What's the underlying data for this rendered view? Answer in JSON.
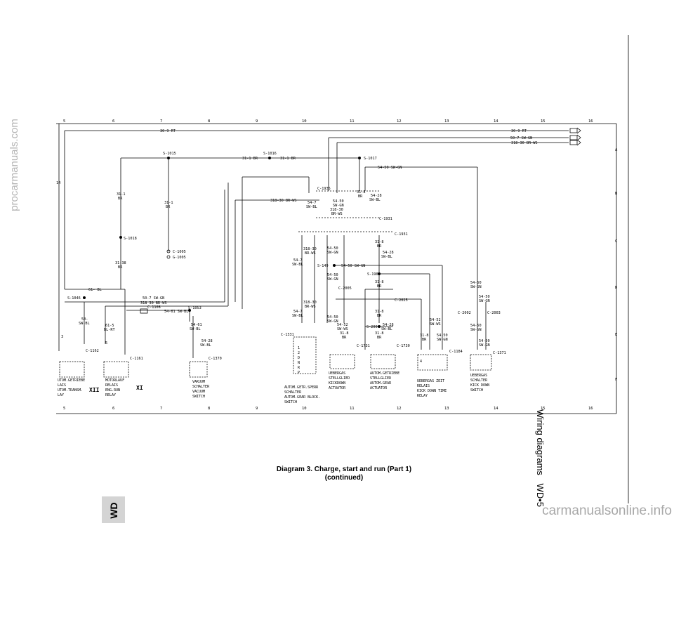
{
  "page": {
    "caption_line1": "Diagram 3. Charge, start and run (Part 1)",
    "caption_line2": "(continued)",
    "side_title": "Wiring diagrams",
    "side_section": "WD•5",
    "tab_label": "WD",
    "watermark_left": "procarmanuals.com",
    "watermark_bottom": "carmanualsonline.info"
  },
  "diagram": {
    "column_numbers_top": [
      "5",
      "6",
      "7",
      "8",
      "9",
      "10",
      "11",
      "12",
      "13",
      "14",
      "15",
      "16"
    ],
    "column_numbers_bottom": [
      "5",
      "6",
      "7",
      "8",
      "9",
      "10",
      "11",
      "12",
      "13",
      "14",
      "15",
      "16"
    ],
    "row_letters": [
      "A",
      "B",
      "C",
      "D",
      "E",
      "F"
    ],
    "wires": {
      "w30_9rt_left": "30-9 RT",
      "w30_9rt_right": "30-9 RT",
      "w50_7": "50-7 SW-GN",
      "w318_30_right": "318-30 BR-WS",
      "w31_1_mid": "31-1 BR",
      "w31_1_mid2": "31-1 BR",
      "w54_50_top": "54-50 SW-GN",
      "w318_30_mid": "318-30 BR-WS",
      "w61_bl": "61- BL",
      "w50_7_lower": "50-7 SW-GN",
      "w318_30_lower": "318 30 BR-WS",
      "w54_61": "54-61 SW-BL",
      "w54_50_c": "54-50 SW-GN"
    },
    "connectors": {
      "c14": "14",
      "s1015": "S-1015",
      "s1016": "S-1016",
      "s1017": "S-1017",
      "c1935": "C-1935",
      "c1931a": "C-1931",
      "c1931b": "C-1931",
      "s1018": "S-1018",
      "c1005": "C-1005",
      "g1005": "G-1005",
      "s1046": "S-1046",
      "c1108": "C-1108",
      "s1053": "S-1053",
      "c1162": "C-1162",
      "c1161": "C-1161",
      "c1370": "C-1370",
      "s149": "S-149",
      "s190": "S-190",
      "c2005": "C-2005",
      "c2025": "C-2025",
      "c1331": "C-1331",
      "s200": "S-200",
      "c1731": "C-1731",
      "c1730": "C-1730",
      "c2002": "C-2002",
      "c2003": "C-2003",
      "c1184": "C-1184",
      "c1371": "C-1371"
    },
    "wire_labels": {
      "l31_1a": "31-1",
      "l31_1a_c": "BR",
      "l31_1b": "31-1",
      "l31_1b_c": "BR",
      "l31_38": "31-38",
      "l31_38_c": "BR",
      "l54_7a": "54-7",
      "l54_7a_c": "SW-BL",
      "l54_50a": "54-50",
      "l54_50a_c": "SW-GN",
      "l318_30a": "318-30",
      "l318_30a_c": "BR-WS",
      "l31_8a": "31-8",
      "l31_8a_c": "BR",
      "l54_28a": "54-28",
      "l54_28a_c": "SW-BL",
      "l318_30b": "318-30",
      "l318_30b_c": "BR-WS",
      "l54_50b": "54-50",
      "l54_50b_c": "SW-GN",
      "l31_8b": "31-8",
      "l31_8b_c": "BR",
      "l54_7b": "54-7",
      "l54_7b_c": "SW-BL",
      "l54_28b": "54-28",
      "l54_28b_c": "SW-BL",
      "l54_50c": "54-50",
      "l54_50c_c": "SW-GN",
      "l31_8c": "31-8",
      "l31_8c_c": "BR",
      "l318_30c": "318-30",
      "l318_30c_c": "BR-WS",
      "l54_7c": "54-7",
      "l54_7c_c": "SW-BL",
      "l31_8d": "31-8",
      "l31_8d_c": "BR",
      "l54_50d": "54-50",
      "l54_50d_c": "SW-GN",
      "l54_52a": "54-52",
      "l54_52a_c": "SW-WS",
      "l31_8e": "31-8",
      "l31_8e_c": "BR",
      "l54_28c": "54-28",
      "l54_28c_c": "SW-BL",
      "l31_8f": "31-8",
      "l31_8f_c": "BR",
      "l54_52b": "54-52",
      "l54_52b_c": "SW-WS",
      "l31_8g": "31-8",
      "l31_8g_c": "BR",
      "l54_50e": "54-50",
      "l54_50e_c": "SW-GN",
      "l54_50f": "54-50",
      "l54_50f_c": "SW-GN",
      "l54_50g": "54-50",
      "l54_50g_c": "SW-GN",
      "l54_50h": "54-50",
      "l54_50h_c": "SW-GN",
      "l54_50i": "54-50",
      "l54_50i_c": "SW-GN",
      "l50_": "50-",
      "l50_c": "SW-BL",
      "l61_5": "61-5",
      "l61_5_c": "BL-RT",
      "l54_61": "54-61",
      "l54_61_c": "SW-BL",
      "l54_28d": "54-28",
      "l54_28d_c": "SW-BL"
    },
    "components": {
      "relay1_l1": "UTOM.GETRIEBE",
      "relay1_l2": "LAIS",
      "relay1_l3": "UTOM.TRANSM.",
      "relay1_l4": "LAY",
      "relay1_roman": "XII",
      "relay2_l1": "MOTORLAUF",
      "relay2_l2": "RELAIS",
      "relay2_l3": "ENG.RUN",
      "relay2_l4": "RELAY",
      "relay2_roman": "XI",
      "vac_l1": "VAKUUM",
      "vac_l2": "SCHALTER",
      "vac_l3": "VACUUM",
      "vac_l4": "SWITCH",
      "gear_l1": "AUTOM.GETR.SPERR",
      "gear_l2": "SCHALTER",
      "gear_l3": "AUTOM.GEAR BLOCK.",
      "gear_l4": "SWITCH",
      "kick_l1": "UEBERGAS",
      "kick_l2": "STELLGLIED",
      "kick_l3": "KICKDOWN",
      "kick_l4": "ACTUATOR",
      "auto_l1": "AUTOM.GETRIEBE",
      "auto_l2": "STELLGLIED",
      "auto_l3": "AUTOM.GEAR",
      "auto_l4": "ACTUATOR",
      "timer_l1": "UEBERGAS ZEIT",
      "timer_l2": "RELAIS",
      "timer_l3": "KICK DOWN TIME",
      "timer_l4": "RELAY",
      "ksw_l1": "UEBERGAS",
      "ksw_l2": "SCHALTER",
      "ksw_l3": "KICK DOWN",
      "ksw_l4": "SWITCH",
      "gear_positions": [
        "1",
        "2",
        "D",
        "N",
        "R",
        "P"
      ]
    },
    "offpage_refs": [
      "3",
      "5",
      "4"
    ]
  }
}
